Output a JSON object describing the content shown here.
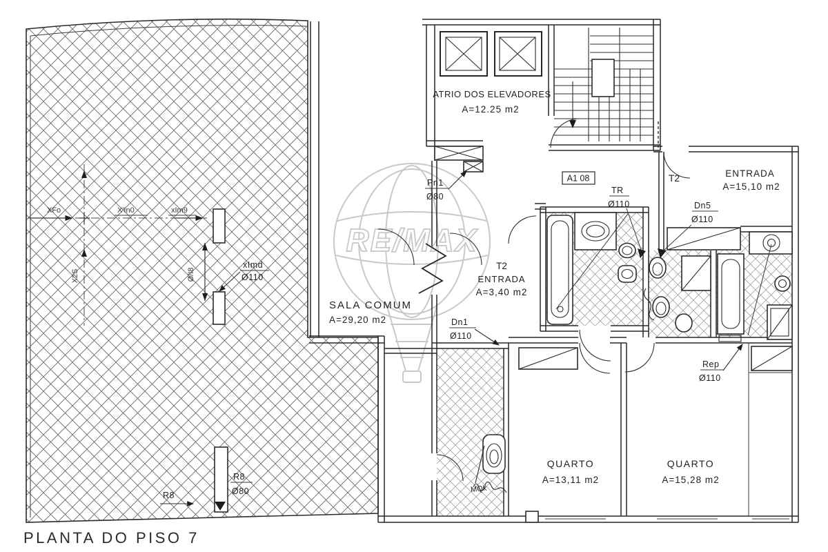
{
  "title": "PLANTA DO PISO 7",
  "watermark_brand": "RE/MAX",
  "unit_code": "A1 08",
  "rooms": {
    "atrio": {
      "name": "ATRIO DOS ELEVADORES",
      "area": "A=12.25 m2"
    },
    "sala": {
      "name": "SALA COMUM",
      "area": "A=29,20 m2"
    },
    "hall": {
      "type": "T2",
      "name": "ENTRADA",
      "area": "A=3,40 m2"
    },
    "entrada": {
      "type": "T2",
      "name": "ENTRADA",
      "area": "A=15,10 m2"
    },
    "quarto1": {
      "name": "QUARTO",
      "area": "A=13,11 m2"
    },
    "quarto2": {
      "name": "QUARTO",
      "area": "A=15,28 m2"
    }
  },
  "callouts": {
    "pn1": {
      "label": "Pn1",
      "dia": "Ø80"
    },
    "tr": {
      "label": "TR",
      "dia": "Ø110"
    },
    "dn5": {
      "label": "Dn5",
      "dia": "Ø110"
    },
    "dn1": {
      "label": "Dn1",
      "dia": "Ø110"
    },
    "rep": {
      "label": "Rep",
      "dia": "Ø110"
    },
    "r8": {
      "label": "R8",
      "dia": "Ø80"
    },
    "r8_ref": "R8",
    "ximd": {
      "label": "xImd",
      "dia": "Ø110"
    },
    "mqk": "MQk"
  },
  "axes": {
    "xfo": "XFo",
    "xin0": "X'In0",
    "xim9": "xIm9",
    "x2s": "X2S",
    "oi8": "Ø/I8"
  },
  "colors": {
    "line": "#262626",
    "hatch": "#606060",
    "tile": "#8f8f8f",
    "watermark": "#c9c9c9"
  }
}
